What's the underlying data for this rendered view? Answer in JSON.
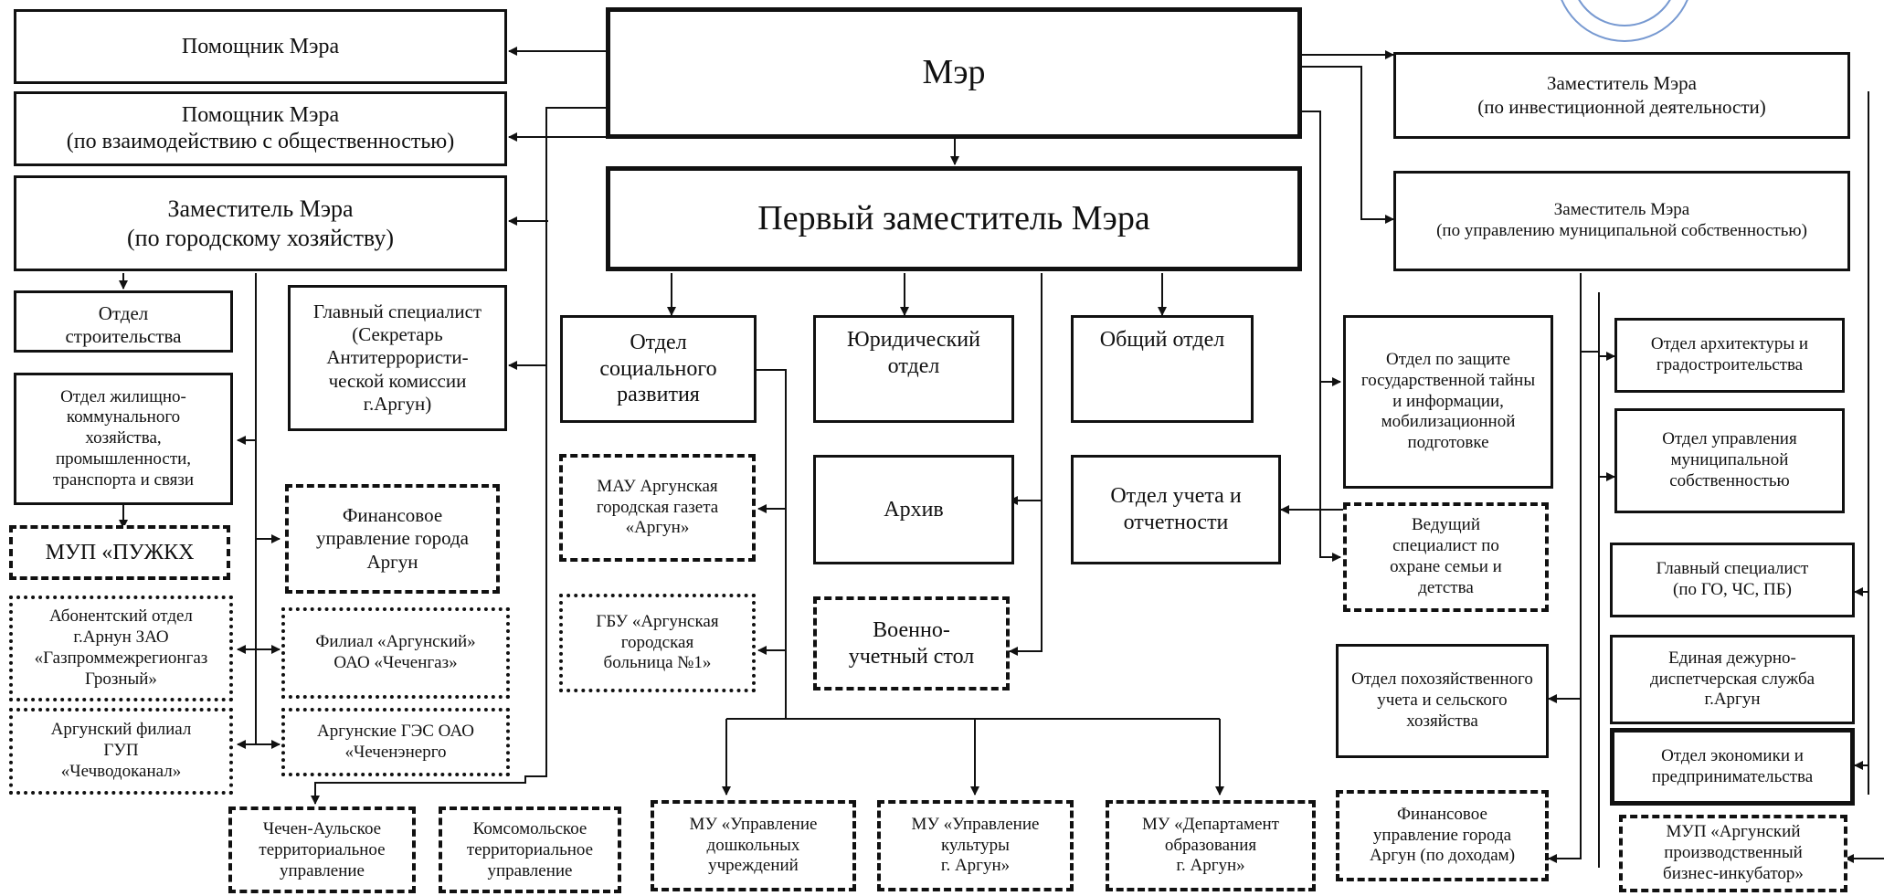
{
  "colors": {
    "line": "#111111",
    "stamp": "#4a78c2",
    "background": "#ffffff"
  },
  "nodes": {
    "mayor": "Мэр",
    "first_deputy": "Первый заместитель Мэра",
    "assistant": "Помощник Мэра",
    "assistant_public": "Помощник Мэра\n(по взаимодействию с общественностью)",
    "deputy_city": "Заместитель Мэра\n(по городскому хозяйству)",
    "deputy_invest": "Заместитель Мэра\n(по инвестиционной деятельности)",
    "deputy_property": "Заместитель Мэра\n(по управлению муниципальной собственностью)",
    "construction": "Отдел\nстроительства",
    "housing": "Отдел жилищно-\nкоммунального\nхозяйства,\nпромышленности,\nтранспорта и связи",
    "chief_specialist_antiterror": "Главный специалист\n(Секретарь\nАнтитеррористи-\nческой комиссии\nг.Аргун)",
    "mup_puzhkh": "МУП «ПУЖКХ",
    "finance_dept": "Финансовое\nуправление города\nАргун",
    "subscriber_dept": "Абонентский отдел\nг.Арнун ЗАО\n«Газпроммежрегионгаз\nГрозный»",
    "branch_chechengaz": "Филиал «Аргунский»\nОАО «Чеченгаз»",
    "argun_branch_gup": "Аргунский филиал\nГУП\n«Чечводоканал»",
    "argun_res": "Аргунские ГЭС ОАО\n«Чеченэнерго",
    "chechen_aul": "Чечен-Аульское\nтерриториальное\nуправление",
    "komsomolsk": "Комсомольское\nтерриториальное\nуправление",
    "social_dev": "Отдел\nсоциального\nразвития",
    "legal": "Юридический\nотдел",
    "general": "Общий отдел",
    "mau_gazette": "МАУ Аргунская\nгородская газета\n«Аргун»",
    "archive": "Архив",
    "accounting": "Отдел учета и\nотчетности",
    "gbu_hospital": "ГБУ «Аргунская\nгородская\nбольница №1»",
    "military": "Военно-\nучетный стол",
    "mu_preschool": "МУ «Управление\nдошкольных\nучреждений",
    "mu_culture": "МУ «Управление\nкультуры\nг. Аргун»",
    "mu_education": "МУ «Департамент\nобразования\nг. Аргун»",
    "state_secret": "Отдел по защите\nгосударственной тайны\nи информации,\nмобилизационной\nподготовке",
    "family_specialist": "Ведущий\nспециалист по\nохране семьи и\nдетства",
    "household": "Отдел похозяйственного\nучета и сельского\nхозяйства",
    "finance_income": "Финансовое\nуправление города\nАргун (по доходам)",
    "architecture": "Отдел архитектуры и\nградостроительства",
    "municipal_property": "Отдел управления\nмуниципальной\nсобственностью",
    "chief_go": "Главный специалист\n(по ГО, ЧС, ПБ)",
    "dispatch": "Единая дежурно-\nдиспетчерская служба\nг.Аргун",
    "economy": "Отдел экономики и\nпредпринимательства",
    "mup_incubator": "МУП «Аргунский\nпроизводственный\nбизнес-инкубатор»"
  }
}
